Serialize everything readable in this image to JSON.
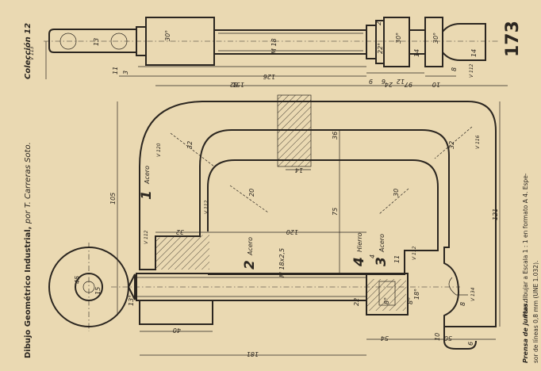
{
  "header": {
    "title": "Dibujo Geométrico Industrial,",
    "author": "por T. Carreras Soto.",
    "collection": "Colección 12",
    "sheet_number": "173"
  },
  "caption": {
    "title": "Prensa de juntas.",
    "line1": "Para dibujar a Escala 1 : 1 en formato A 4. Espe-",
    "line2": "sor de líneas 0,8 mm (UNE 1.032)."
  },
  "parts": [
    {
      "number": "1",
      "material": "Acero"
    },
    {
      "number": "2",
      "material": "Acero"
    },
    {
      "number": "3",
      "material": "Acero"
    },
    {
      "number": "4",
      "material": "Hierro"
    }
  ],
  "dimensions": {
    "top_view": [
      "30°",
      "M 18",
      "13",
      "3",
      "11",
      "126",
      "151",
      "22°",
      "9",
      "2",
      "30°",
      "14",
      "30°",
      "14",
      "12",
      "24",
      "6",
      "10",
      "8",
      "V 113",
      "V 112"
    ],
    "main_view": [
      "82",
      "97",
      "36",
      "14",
      "32",
      "32",
      "20",
      "30",
      "105",
      "75",
      "32",
      "120",
      "M 18x2,5",
      "121",
      "40",
      "181",
      "54",
      "50",
      "15",
      "45",
      "13°",
      "22",
      "8°",
      "4",
      "8°",
      "11",
      "18°",
      "8",
      "V 120",
      "V 116",
      "V 112",
      "V 112",
      "V 112",
      "V 134",
      "10",
      "6"
    ]
  }
}
